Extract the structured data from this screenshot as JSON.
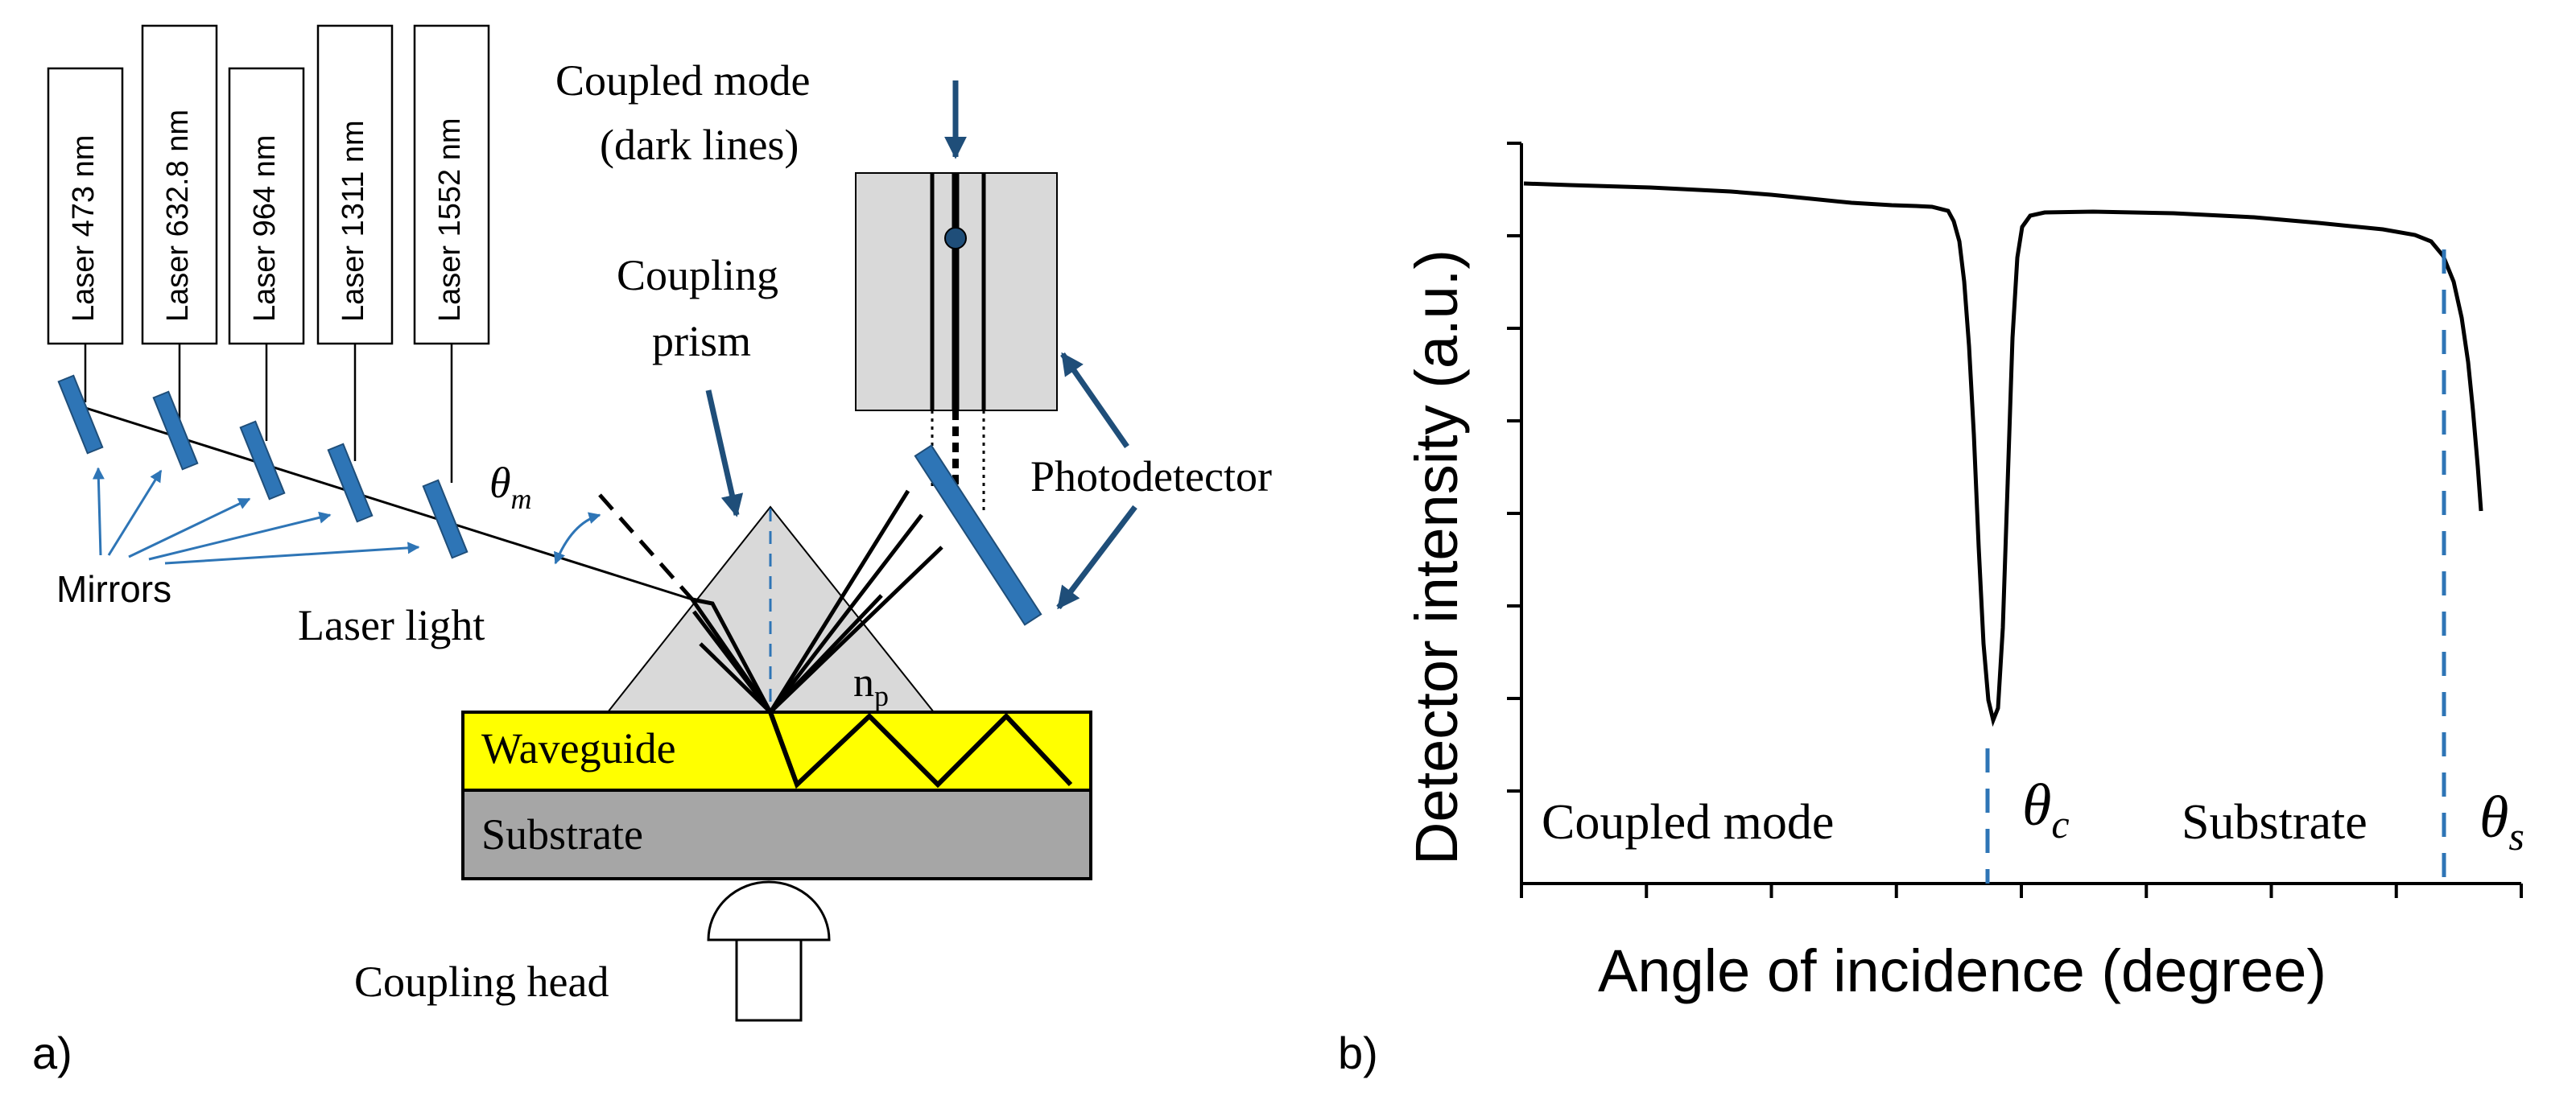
{
  "panel_a": {
    "label": "a)",
    "lasers": [
      "Laser 473 nm",
      "Laser 632.8 nm",
      "Laser 964 nm",
      "Laser 1311 nm",
      "Laser 1552 nm"
    ],
    "mirrors_label": "Mirrors",
    "laser_light_label": "Laser light",
    "theta_m": {
      "symbol": "θ",
      "sub": "m"
    },
    "coupling_prism": [
      "Coupling",
      "prism"
    ],
    "coupled_mode": [
      "Coupled mode",
      "(dark lines)"
    ],
    "photodetector_label": "Photodetector",
    "np_label": {
      "symbol": "n",
      "sub": "p"
    },
    "waveguide_label": "Waveguide",
    "substrate_label": "Substrate",
    "coupling_head_label": "Coupling head",
    "colors": {
      "mirror": "#2e75b6",
      "arrow_light": "#2e75b6",
      "arrow_dark": "#1f4e79",
      "waveguide": "#ffff00",
      "substrate": "#a6a6a6",
      "prism": "#d9d9d9",
      "detector": "#d9d9d9",
      "dashed": "#2e75b6"
    }
  },
  "panel_b": {
    "label": "b)",
    "chart_data": {
      "type": "line",
      "xlabel": "Angle of incidence (degree)",
      "ylabel": "Detector intensity (a.u.)",
      "annotations": [
        {
          "text": "Coupled mode"
        },
        {
          "text": "Substrate"
        }
      ],
      "markers": {
        "theta_c": {
          "symbol": "θ",
          "sub": "c"
        },
        "theta_s": {
          "symbol": "θ",
          "sub": "s"
        }
      },
      "x_ticks": 8,
      "y_ticks": 8,
      "grid": false,
      "line_color": "#000000",
      "marker_color": "#2e75b6"
    }
  }
}
